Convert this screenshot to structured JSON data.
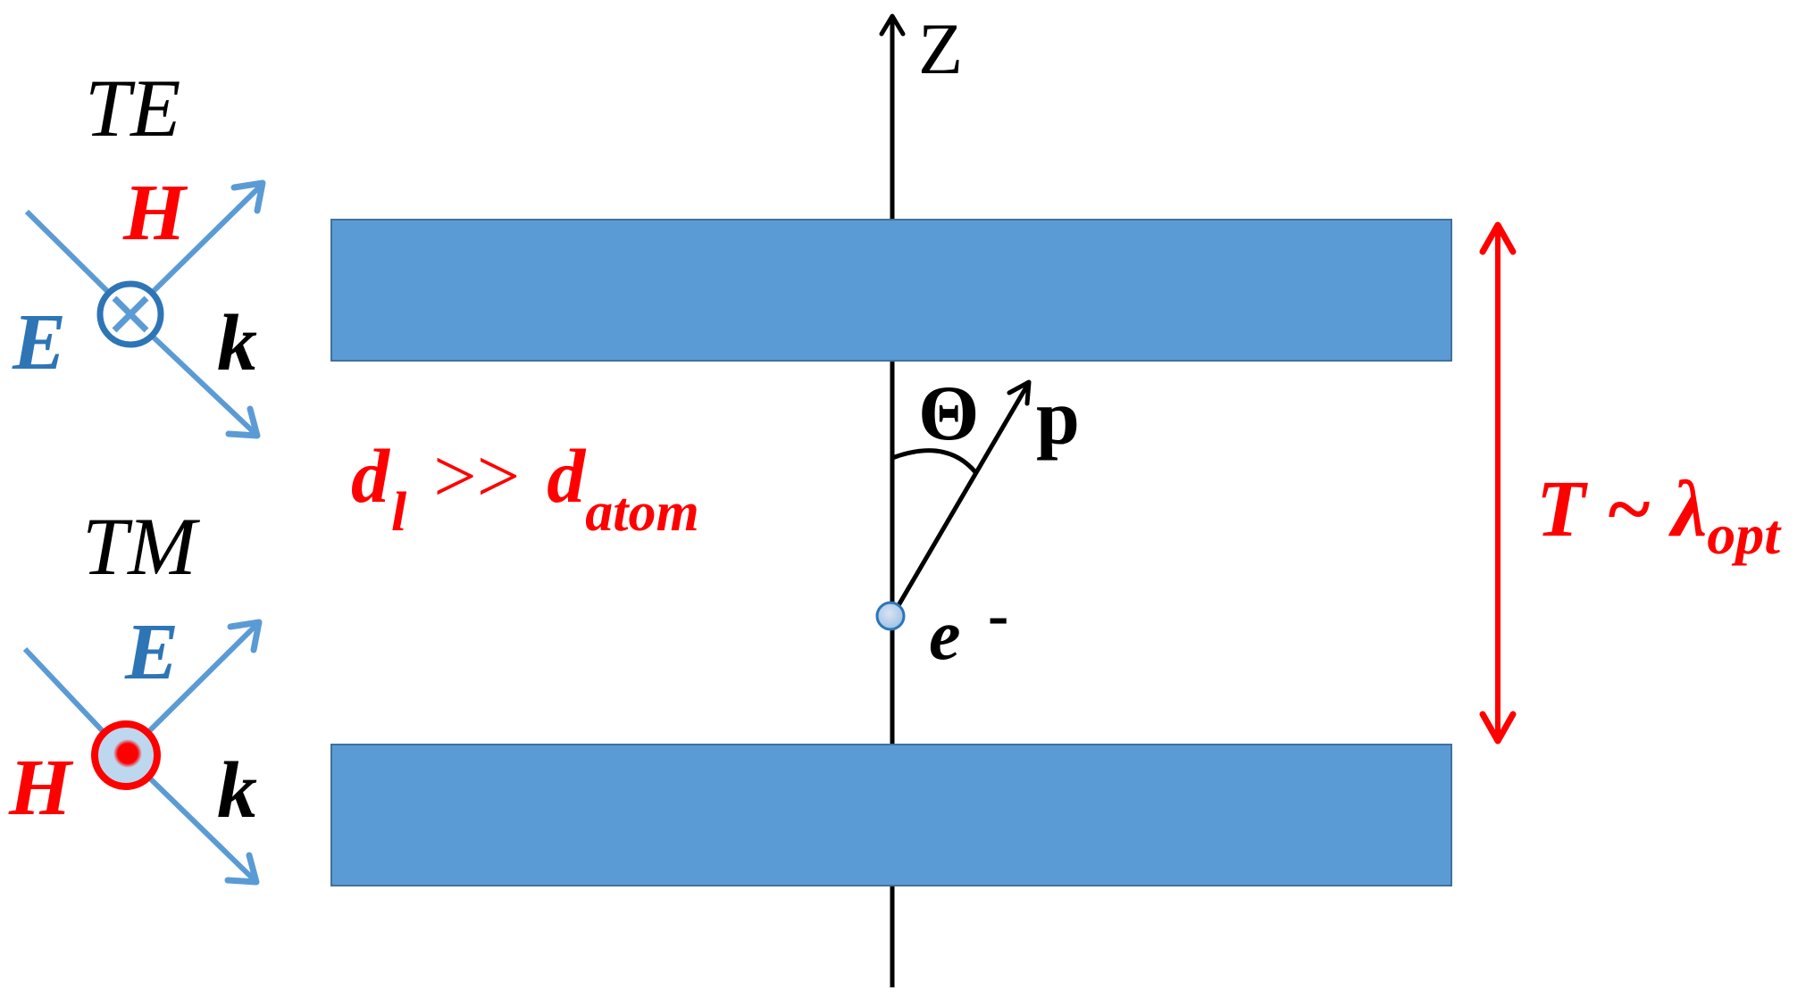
{
  "colors": {
    "slab_fill": "#5b9bd5",
    "slab_stroke": "#41719c",
    "wave_arrow": "#5b9bd5",
    "dark_blue": "#2e75b6",
    "red": "#ff0000",
    "black": "#000000",
    "electron_fill": "#b4c7e7"
  },
  "te": {
    "title": "TE",
    "h_label": "H",
    "e_label": "E",
    "k_label": "k",
    "e_symbol": "into-page-cross"
  },
  "tm": {
    "title": "TM",
    "e_label": "E",
    "h_label": "H",
    "k_label": "k",
    "h_symbol": "out-of-page-dot"
  },
  "axis": {
    "label": "Z"
  },
  "electron": {
    "label": "e",
    "charge": "-",
    "momentum_label": "p",
    "angle_label": "Θ"
  },
  "relation_left": {
    "main": "d",
    "sub": "l",
    "op": ">>",
    "main2": "d",
    "sub2": "atom"
  },
  "relation_right": {
    "main": "T ~ λ",
    "sub": "opt"
  }
}
